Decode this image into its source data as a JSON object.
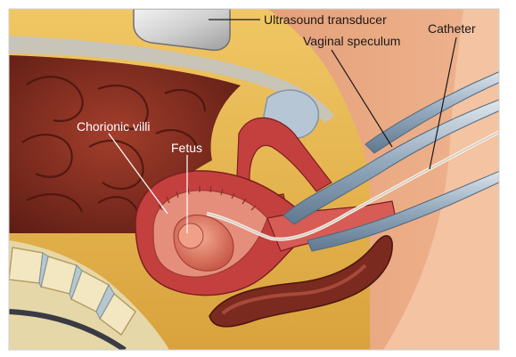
{
  "labels": {
    "ultrasound_transducer": "Ultrasound transducer",
    "vaginal_speculum": "Vaginal speculum",
    "catheter": "Catheter",
    "chorionic_villi": "Chorionic villi",
    "fetus": "Fetus"
  },
  "colors": {
    "background": "#ffffff",
    "skin": "#e9a27c",
    "fat": "#e6b84c",
    "intestine": "#8a2f22",
    "uterus": "#c4403f",
    "fetus": "#e27b68",
    "bladder": "#b7c6d4",
    "bone": "#efe2b6",
    "instrument": "#8fa6bb"
  }
}
